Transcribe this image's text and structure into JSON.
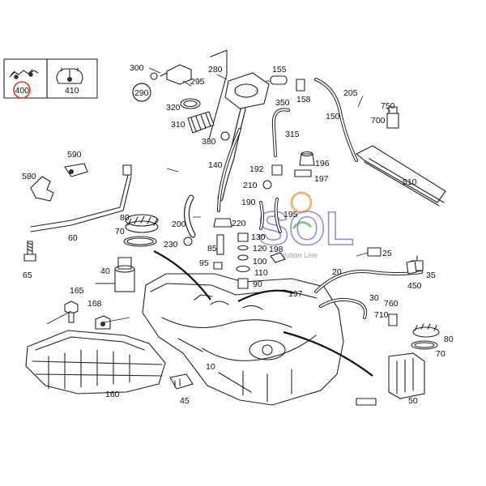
{
  "labels": {
    "l400": "400",
    "l410": "410",
    "l300": "300",
    "l280": "280",
    "l295": "295",
    "l290": "290",
    "l155": "155",
    "l350": "350",
    "l158": "158",
    "l205": "205",
    "l750": "750",
    "l320": "320",
    "l310": "310",
    "l150": "150",
    "l700": "700",
    "l315": "315",
    "l380": "380",
    "l590": "590",
    "l196": "196",
    "l580": "580",
    "l140": "140",
    "l192": "192",
    "l197a": "197",
    "l210": "210",
    "l510": "510",
    "l190": "190",
    "l195": "195",
    "l200": "200",
    "l220": "220",
    "l80a": "80",
    "l70a": "70",
    "l130": "130",
    "l60": "60",
    "l230": "230",
    "l85": "85",
    "l120": "120",
    "l198": "198",
    "l25": "25",
    "l65": "65",
    "l100": "100",
    "l40": "40",
    "l95": "95",
    "l110": "110",
    "l20": "20",
    "l90": "90",
    "l35": "35",
    "l450": "450",
    "l165": "165",
    "l197b": "197",
    "l30": "30",
    "l168": "168",
    "l760": "760",
    "l710": "710",
    "l80b": "80",
    "l70b": "70",
    "l10": "10",
    "l160": "160",
    "l45": "45",
    "l50": "50"
  },
  "watermark": {
    "text": "SOL",
    "subtitle": "Solution Line",
    "colors": {
      "blue": "#2f3f9a",
      "orange": "#e8822a",
      "green": "#3a9a45"
    }
  },
  "highlight": {
    "part": "400",
    "color": "#d33a2c"
  }
}
